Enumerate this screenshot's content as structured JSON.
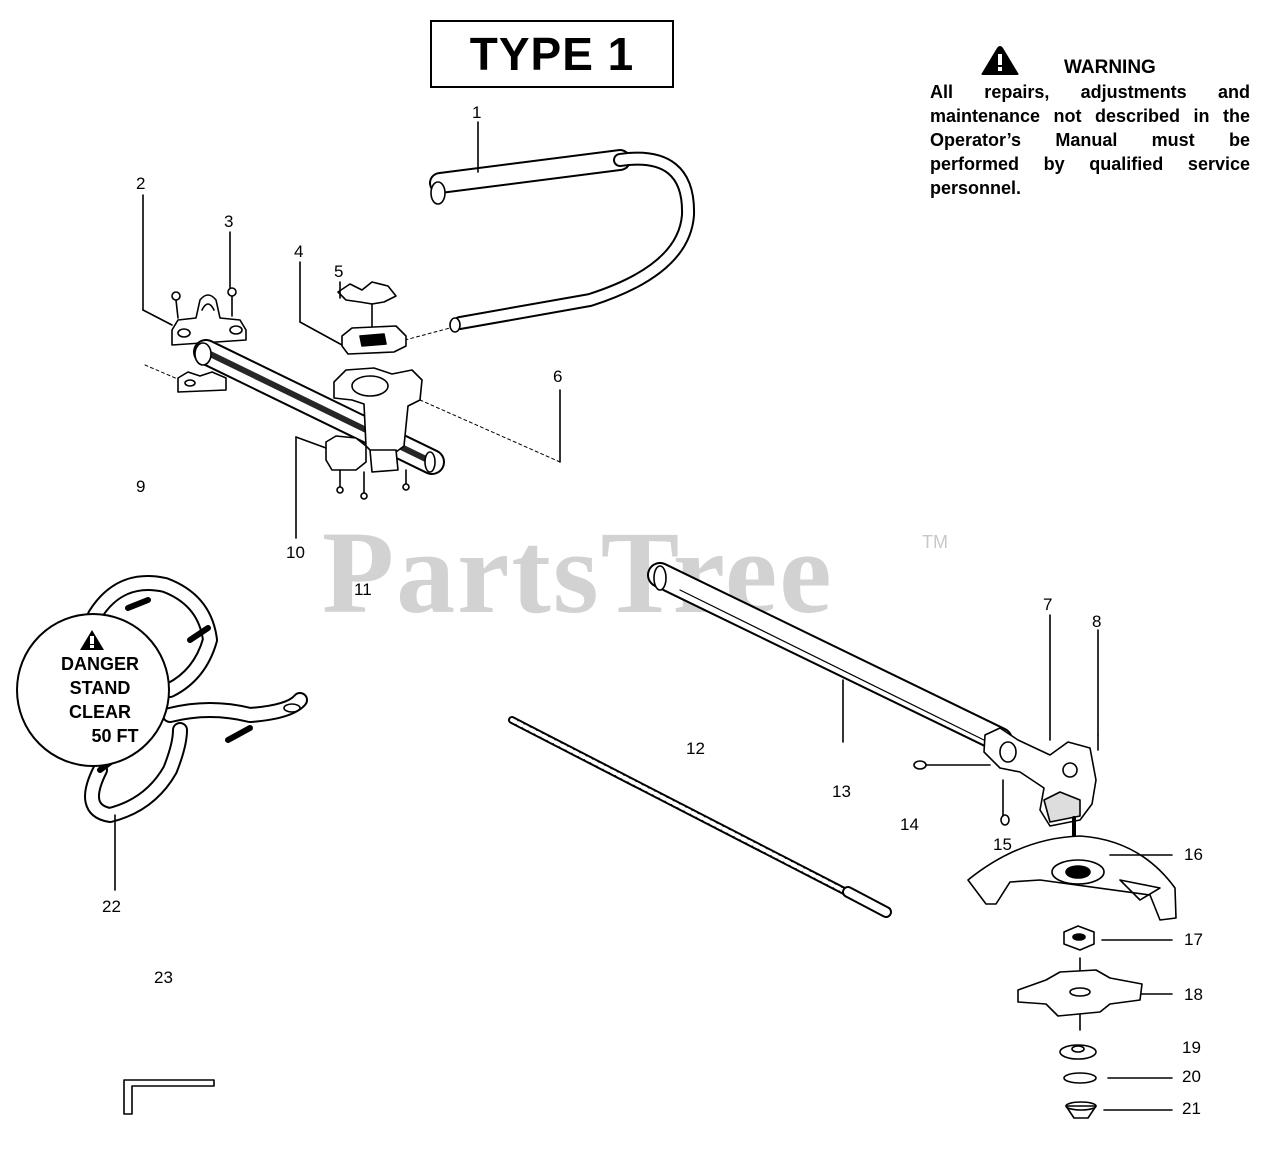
{
  "title": "TYPE 1",
  "warning": {
    "heading": "WARNING",
    "text": "All repairs, adjustments and maintenance not described in the Operator’s Manual must be performed by qualified  service personnel."
  },
  "watermark": {
    "text": "PartsTree",
    "tm": "TM"
  },
  "danger_label": {
    "line1": "DANGER",
    "line2": "STAND",
    "line3": "CLEAR",
    "line4": "50 FT"
  },
  "callouts": {
    "c1": "1",
    "c2": "2",
    "c3": "3",
    "c4": "4",
    "c5": "5",
    "c6": "6",
    "c7": "7",
    "c8": "8",
    "c9": "9",
    "c10": "10",
    "c11": "11",
    "c12": "12",
    "c13": "13",
    "c14": "14",
    "c15": "15",
    "c16": "16",
    "c17": "17",
    "c18": "18",
    "c19": "19",
    "c20": "20",
    "c21": "21",
    "c22": "22",
    "c23": "23"
  },
  "icons": {
    "warning": "warning-triangle-icon",
    "danger": "warning-triangle-icon"
  }
}
